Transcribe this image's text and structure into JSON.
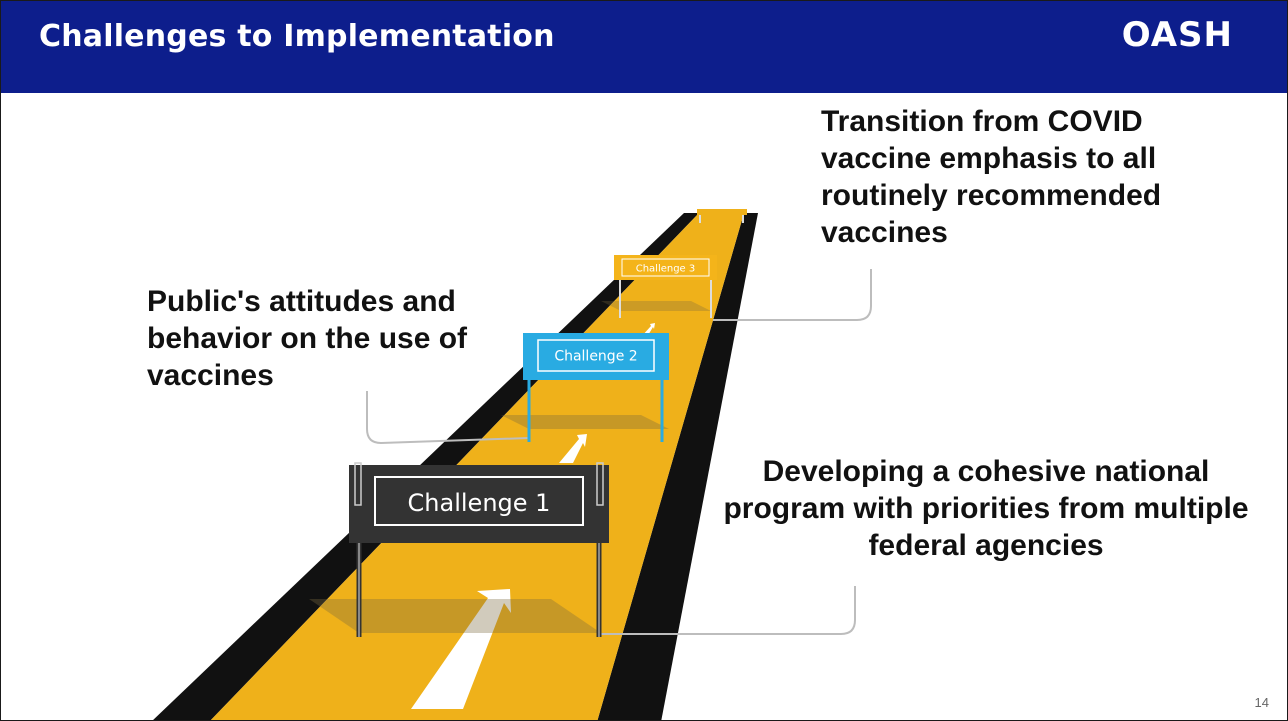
{
  "header": {
    "title": "Challenges to Implementation",
    "logo_text": "OASH"
  },
  "signs": [
    {
      "label": "Challenge 1",
      "color": "#333333"
    },
    {
      "label": "Challenge 2",
      "color": "#29abe2"
    },
    {
      "label": "Challenge 3",
      "color": "#f4b41a"
    }
  ],
  "callouts": {
    "public_attitudes": "Public's attitudes and behavior on the use of vaccines",
    "transition": "Transition from COVID vaccine emphasis to all routinely recommended vaccines",
    "national_program": "Developing a cohesive national program with priorities from multiple federal agencies"
  },
  "page_number": "14",
  "colors": {
    "header": "#0d1e8c",
    "road_edge": "#111111",
    "road_surface": "#efb11a",
    "arrow": "#ffffff",
    "connector": "#bdbdbd"
  }
}
